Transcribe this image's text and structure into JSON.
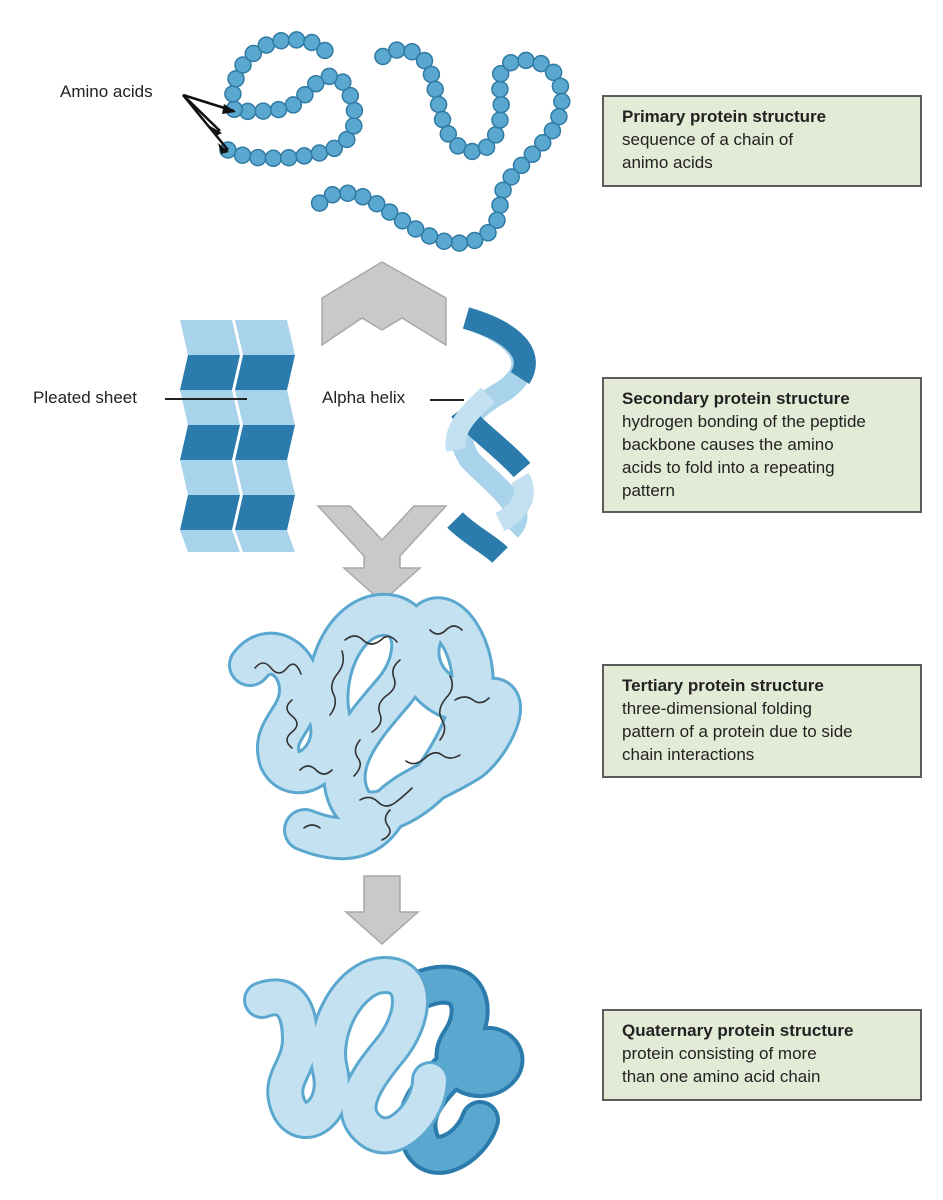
{
  "labels": {
    "amino_acids": "Amino acids",
    "pleated_sheet": "Pleated sheet",
    "alpha_helix": "Alpha helix"
  },
  "boxes": [
    {
      "title": "Primary protein structure",
      "desc": "sequence of a chain of\nanimo acids"
    },
    {
      "title": "Secondary protein structure",
      "desc": "hydrogen bonding of the peptide\nbackbone causes the amino\nacids to fold into a repeating\npattern"
    },
    {
      "title": "Tertiary protein structure",
      "desc": "three-dimensional folding\npattern of a protein due to side\nchain interactions"
    },
    {
      "title": "Quaternary protein structure",
      "desc": "protein consisting of more\nthan one amino acid chain"
    }
  ],
  "colors": {
    "bead": "#5aa7cf",
    "bead_stroke": "#2f7aa3",
    "dark_blue": "#2b7cad",
    "light_blue": "#a9d3ea",
    "pale_blue": "#c4e1f1",
    "arrow_gray": "#c8c8c8",
    "box_fill": "#e3ead6"
  }
}
